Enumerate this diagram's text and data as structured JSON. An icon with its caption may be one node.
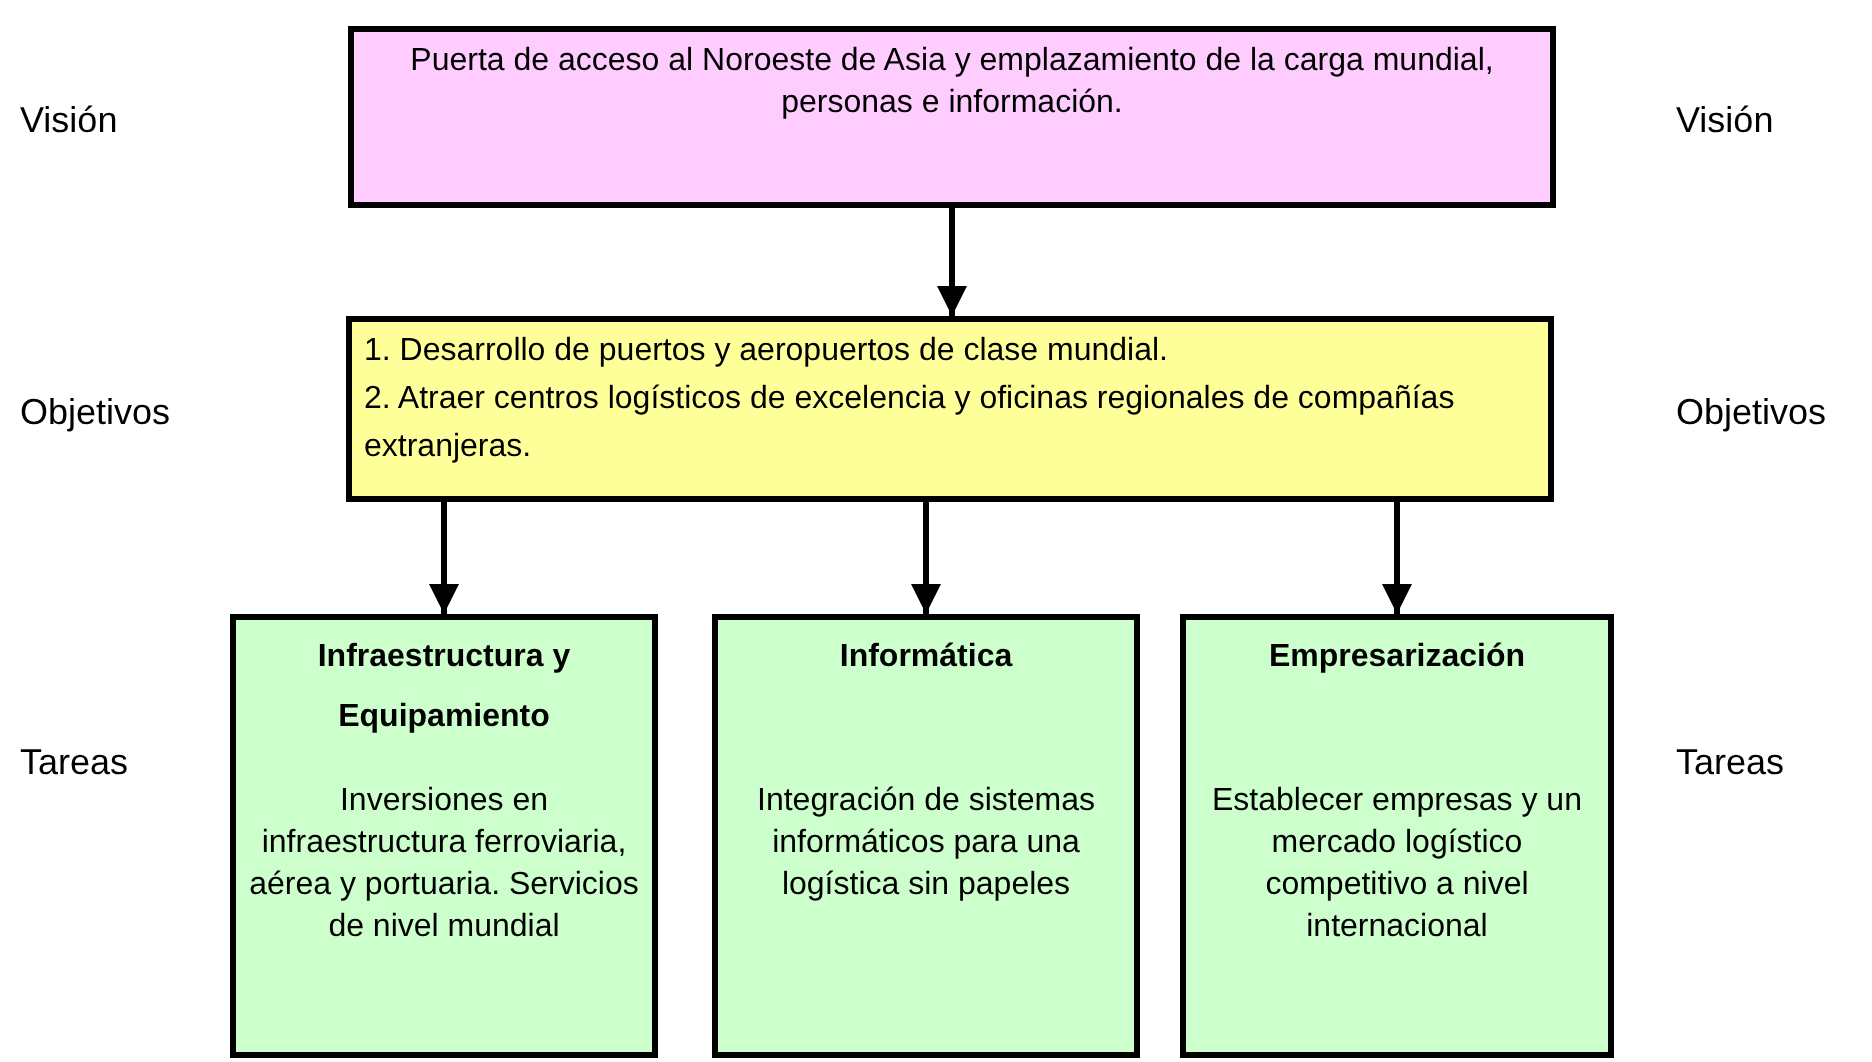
{
  "diagram": {
    "nodes": [
      {
        "text": [
          "Puerta de acceso al Noroeste de Asia y emplazamiento de la carga mundial, personas e información."
        ]
      },
      {
        "text": [
          "1. Desarrollo de puertos y aeropuertos de clase mundial.",
          "2. Atraer centros logísticos de excelencia y oficinas regionales de compañías extranjeras."
        ]
      },
      {
        "text": [
          "Infraestructura y Equipamiento",
          "Inversiones en infraestructura ferroviaria, aérea y portuaria. Servicios de nivel mundial"
        ]
      },
      {
        "text": [
          "Informática",
          "Integración de sistemas informáticos para una logística sin papeles"
        ]
      },
      {
        "text": [
          "Empresarización",
          "Establecer empresas y un mercado logístico competitivo a nivel internacional"
        ]
      }
    ],
    "edges": [
      {
        "from": 0,
        "to": 1,
        "arrow": "to"
      },
      {
        "from": 1,
        "to": 2,
        "arrow": "to"
      },
      {
        "from": 1,
        "to": 3,
        "arrow": "to"
      },
      {
        "from": 1,
        "to": 4,
        "arrow": "to"
      }
    ],
    "labels": [
      "Visión",
      "Visión",
      "Objetivos",
      "Objetivos",
      "Tareas",
      "Tareas"
    ]
  }
}
